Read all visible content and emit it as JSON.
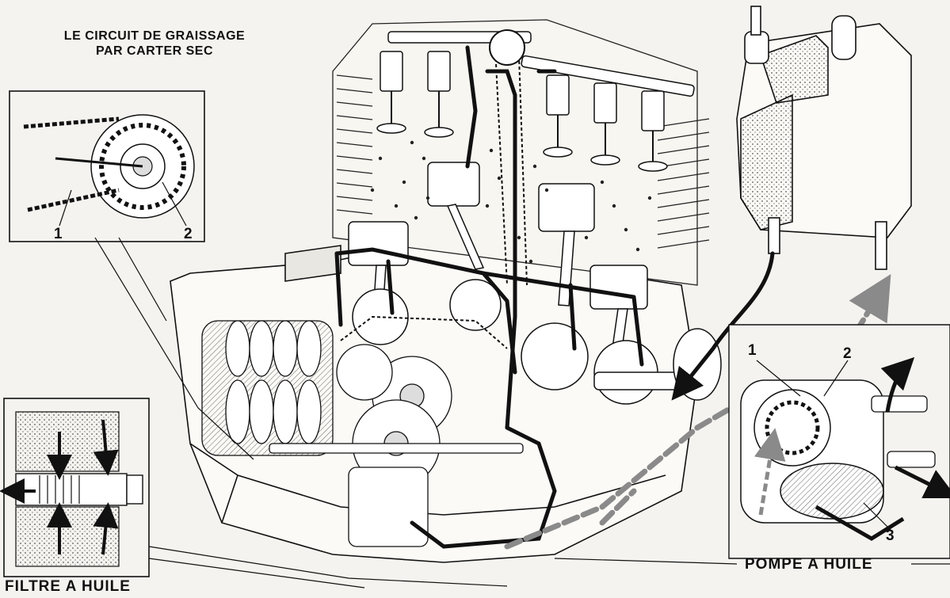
{
  "title": {
    "line1": "LE CIRCUIT DE GRAISSAGE",
    "line2": "PAR CARTER SEC"
  },
  "inset_left": {
    "label_1": "1",
    "label_2": "2"
  },
  "inset_right": {
    "label_1": "1",
    "label_2": "2",
    "label_3": "3"
  },
  "callouts": {
    "filter": "FILTRE A HUILE",
    "pump": "POMPE A HUILE"
  },
  "colors": {
    "ink": "#111111",
    "paper": "#f4f3ef",
    "grey_flow": "#8a8a8a",
    "shade": "#cfcdc6"
  }
}
